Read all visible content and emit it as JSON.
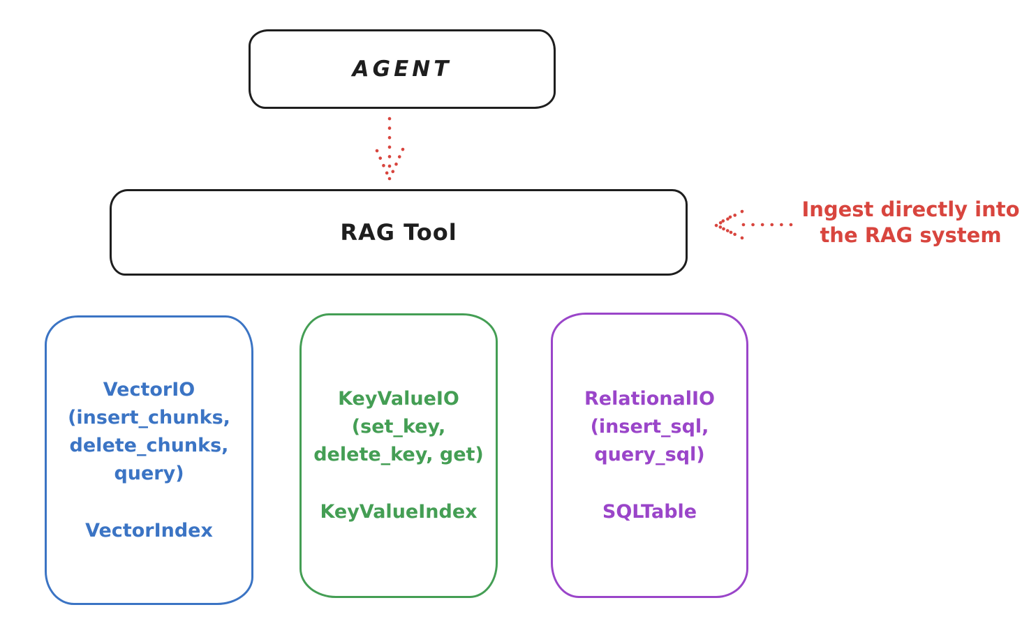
{
  "agent": {
    "label": "AGENT"
  },
  "rag_tool": {
    "label": "RAG Tool"
  },
  "ingest_annotation": {
    "line1": "Ingest directly into",
    "line2": "the RAG system"
  },
  "backends": [
    {
      "title": "VectorIO",
      "methods": [
        "(insert_chunks,",
        "delete_chunks,",
        "query)"
      ],
      "index": "VectorIndex",
      "color": "#3b74c4"
    },
    {
      "title": "KeyValueIO",
      "methods": [
        "(set_key,",
        "delete_key, get)"
      ],
      "index": "KeyValueIndex",
      "color": "#449e54"
    },
    {
      "title": "RelationalIO",
      "methods": [
        "(insert_sql,",
        "query_sql)"
      ],
      "index": "SQLTable",
      "color": "#9a45c9"
    }
  ],
  "colors": {
    "box_stroke": "#1e1e1e",
    "arrow_red": "#d8453e",
    "background": "#ffffff"
  },
  "icons": {
    "agent_to_rag": "dotted-down-arrow",
    "ingest_to_rag": "dotted-left-arrow"
  }
}
